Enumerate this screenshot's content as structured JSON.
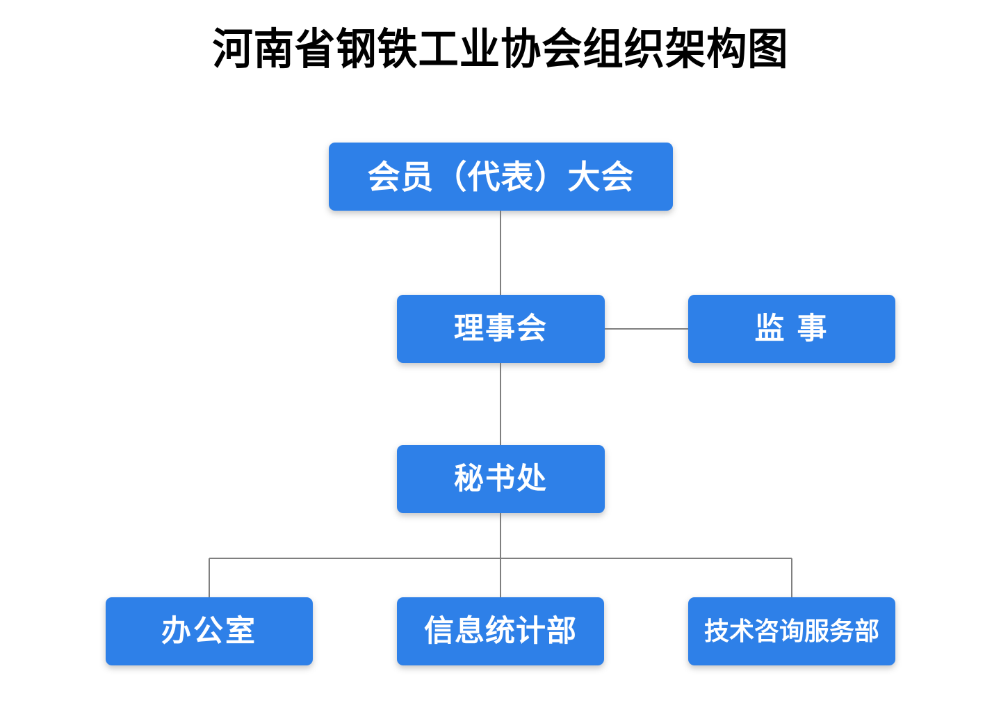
{
  "chart_data": {
    "type": "diagram",
    "diagram_type": "organization-chart",
    "title": "河南省钢铁工业协会组织架构图",
    "orientation": "top-down",
    "accent_color": "#2E80E8",
    "text_color": "#FFFFFF",
    "line_color": "#7F7F7F",
    "background_color": "#FFFFFF",
    "nodes": [
      {
        "id": "assembly",
        "label": "会员（代表）大会",
        "level": 0
      },
      {
        "id": "council",
        "label": "理事会",
        "level": 1
      },
      {
        "id": "supervisor",
        "label": "监  事",
        "level": 1
      },
      {
        "id": "secretariat",
        "label": "秘书处",
        "level": 2
      },
      {
        "id": "office",
        "label": "办公室",
        "level": 3
      },
      {
        "id": "statistics",
        "label": "信息统计部",
        "level": 3
      },
      {
        "id": "consulting",
        "label": "技术咨询服务部",
        "level": 3
      }
    ],
    "edges": [
      {
        "from": "assembly",
        "to": "council",
        "style": "vertical"
      },
      {
        "from": "council",
        "to": "supervisor",
        "style": "horizontal"
      },
      {
        "from": "council",
        "to": "secretariat",
        "style": "vertical"
      },
      {
        "from": "secretariat",
        "to": "office",
        "style": "elbow"
      },
      {
        "from": "secretariat",
        "to": "statistics",
        "style": "vertical"
      },
      {
        "from": "secretariat",
        "to": "consulting",
        "style": "elbow"
      }
    ]
  },
  "title": {
    "text": "河南省钢铁工业协会组织架构图"
  },
  "nodes": {
    "assembly": {
      "label": "会员（代表）大会"
    },
    "council": {
      "label": "理事会"
    },
    "supervisor": {
      "label": "监  事"
    },
    "secretariat": {
      "label": "秘书处"
    },
    "office": {
      "label": "办公室"
    },
    "statistics": {
      "label": "信息统计部"
    },
    "consulting": {
      "label": "技术咨询服务部"
    }
  }
}
